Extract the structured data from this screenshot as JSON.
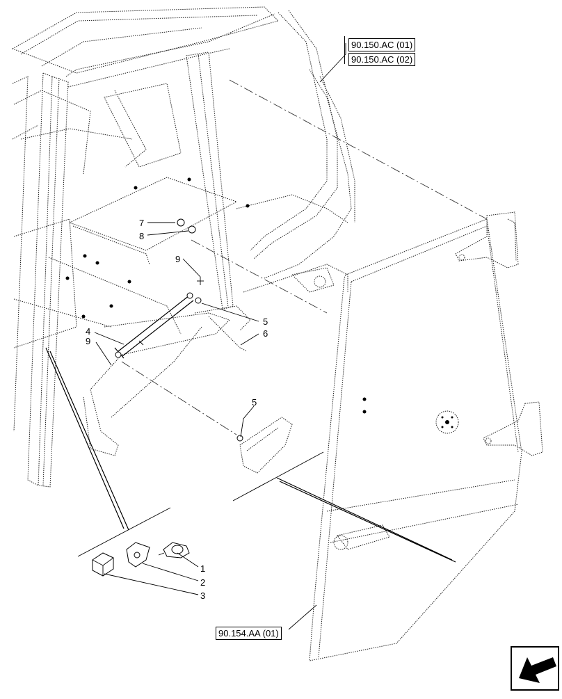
{
  "references": {
    "ref_top_1": "90.150.AC (01)",
    "ref_top_2": "90.150.AC (02)",
    "ref_door": "90.154.AA (01)"
  },
  "callouts": {
    "c1": "1",
    "c2": "2",
    "c3": "3",
    "c4": "4",
    "c5a": "5",
    "c5b": "5",
    "c6": "6",
    "c7": "7",
    "c8": "8",
    "c9a": "9",
    "c9b": "9"
  },
  "icons": {
    "navigation": "arrow-icon"
  }
}
